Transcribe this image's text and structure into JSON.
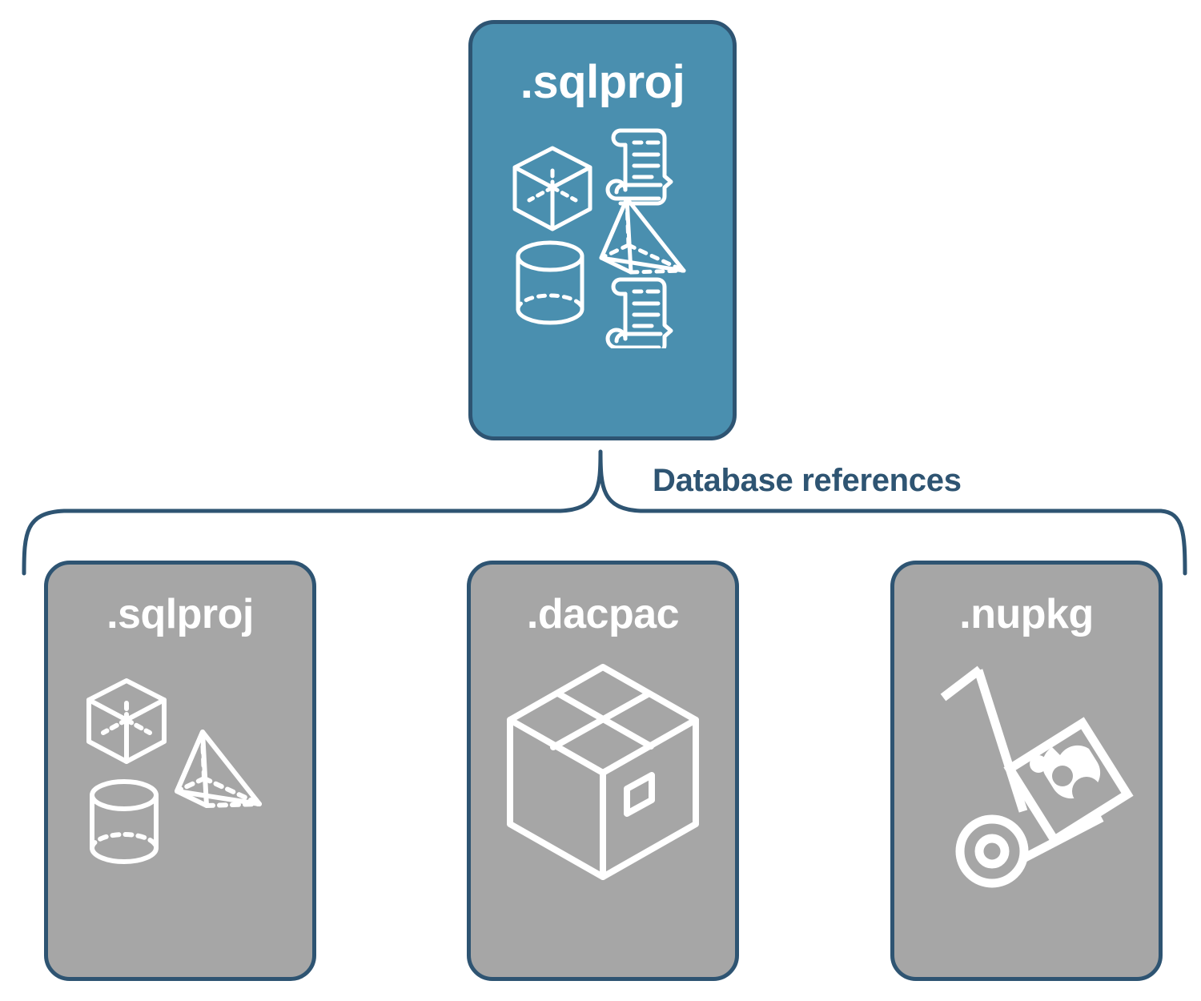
{
  "diagram": {
    "type": "hierarchy",
    "title": "",
    "colors": {
      "accent_blue": "#4A8FAF",
      "border_navy": "#2E5472",
      "node_gray": "#A6A6A6",
      "label_text": "#2E5472",
      "node_text": "#FFFFFF",
      "background": "#FFFFFF"
    },
    "root": {
      "label": ".sqlproj",
      "fill": "#4A8FAF",
      "icon": "database-objects-icon",
      "icon_parts": [
        "cube-icon",
        "pyramid-icon",
        "cylinder-icon",
        "scroll-icon",
        "scroll-icon"
      ]
    },
    "connector": {
      "label": "Database references",
      "shape": "curly-brace"
    },
    "children": [
      {
        "label": ".sqlproj",
        "fill": "#A6A6A6",
        "icon": "database-objects-icon",
        "icon_parts": [
          "cube-icon",
          "pyramid-icon",
          "cylinder-icon"
        ]
      },
      {
        "label": ".dacpac",
        "fill": "#A6A6A6",
        "icon": "shipping-box-icon",
        "icon_parts": [
          "box-icon"
        ]
      },
      {
        "label": ".nupkg",
        "fill": "#A6A6A6",
        "icon": "nuget-package-icon",
        "icon_parts": [
          "hand-truck-icon",
          "nuget-logo-icon"
        ]
      }
    ]
  }
}
